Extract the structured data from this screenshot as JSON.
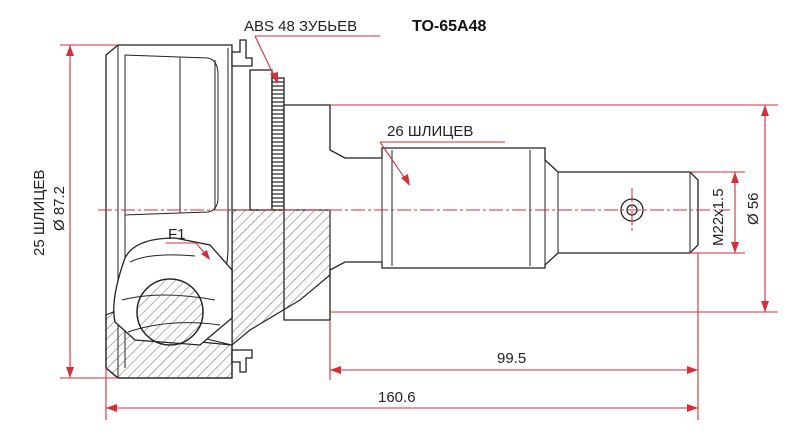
{
  "part_number": "TO-65A48",
  "labels": {
    "abs_teeth": "ABS 48 ЗУБЬЕВ",
    "outer_splines": "26 ШЛИЦЕВ",
    "inner_splines": "25 ШЛИЦЕВ",
    "flange_diameter": "Ø 87.2",
    "thread": "M22x1.5",
    "shaft_diameter": "Ø 56",
    "f1": "F1",
    "shaft_length": "99.5",
    "total_length": "160.6"
  },
  "colors": {
    "dimension_lines": "#d62f3a",
    "outline": "#222222",
    "hatch": "#555555"
  }
}
